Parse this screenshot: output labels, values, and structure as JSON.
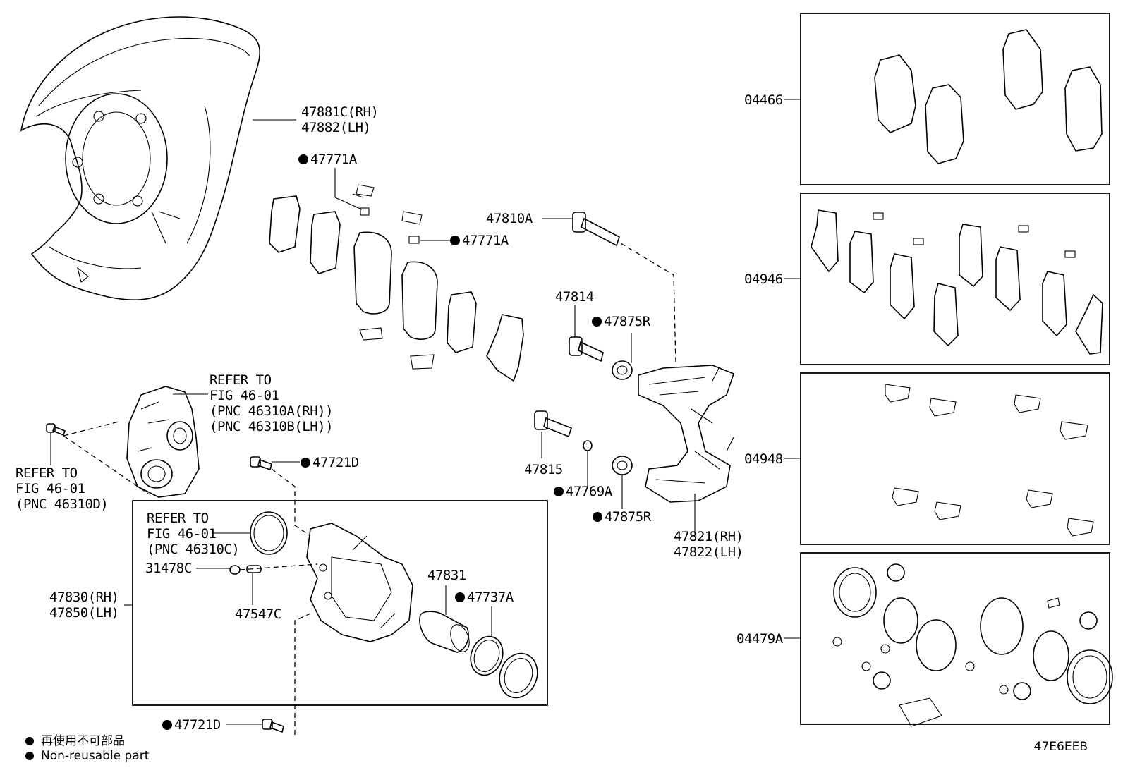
{
  "parts": {
    "shield_rh": "47881C(RH)",
    "shield_lh": "47882(LH)",
    "clip_a_1": "47771A",
    "clip_a_2": "47771A",
    "bolt_47810a": "47810A",
    "pin_47814": "47814",
    "boot_r_1": "47875R",
    "boot_r_2": "47875R",
    "pin_47815": "47815",
    "ring_47769a": "47769A",
    "mount_rh": "47821(RH)",
    "mount_lh": "47822(LH)",
    "bolt_d_1": "47721D",
    "bolt_d_2": "47721D",
    "cyl_rh": "47830(RH)",
    "cyl_lh": "47850(LH)",
    "plug_31478c": "31478C",
    "bleeder_47547c": "47547C",
    "piston_47831": "47831",
    "seal_47737a": "47737A",
    "kit_04466": "04466",
    "kit_04946": "04946",
    "kit_04948": "04948",
    "kit_04479a": "04479A"
  },
  "refers": {
    "knuckle": [
      "REFER TO",
      "FIG 46-01",
      "(PNC 46310A(RH))",
      "(PNC 46310B(LH))"
    ],
    "hub_bolt": [
      "REFER TO",
      "FIG 46-01",
      "(PNC 46310D)"
    ],
    "seal_ring": [
      "REFER TO",
      "FIG 46-01",
      "(PNC 46310C)"
    ]
  },
  "legend": {
    "jp": "再使用不可部品",
    "en": "Non-reusable part"
  },
  "diagram_code": "47E6EEB"
}
